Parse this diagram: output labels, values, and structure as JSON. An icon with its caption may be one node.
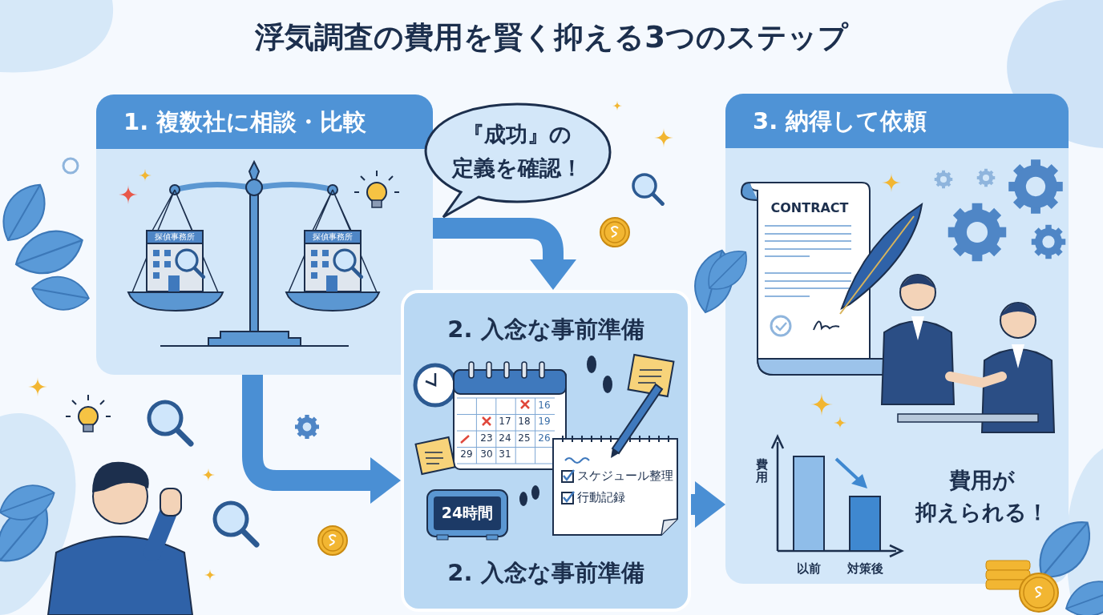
{
  "diagram": {
    "title": "浮気調査の費用を賢く抑える3つのステップ",
    "nodes": [
      {
        "text": [
          "1. 複数社に相談・比較"
        ]
      },
      {
        "text": [
          "『成功』の",
          "定義を確認！"
        ]
      },
      {
        "text": [
          "2. 入念な事前準備",
          "2. 入念な事前準備"
        ]
      },
      {
        "text": [
          "3. 納得して依頼"
        ]
      }
    ],
    "edges": [
      {
        "from": 0,
        "to": 2,
        "arrow": "to"
      },
      {
        "from": 0,
        "to": 2,
        "arrow": "to"
      },
      {
        "from": 2,
        "to": 3,
        "arrow": "to"
      }
    ],
    "labels": [
      "探偵事務所",
      "探偵事務所",
      "16",
      "17",
      "18",
      "19",
      "23",
      "24",
      "25",
      "26",
      "29",
      "30",
      "31",
      "スケジュール整理",
      "行動記録",
      "24時間",
      "CONTRACT",
      "費用",
      "費用が",
      "抑えられる！",
      "以前",
      "対策後"
    ]
  }
}
